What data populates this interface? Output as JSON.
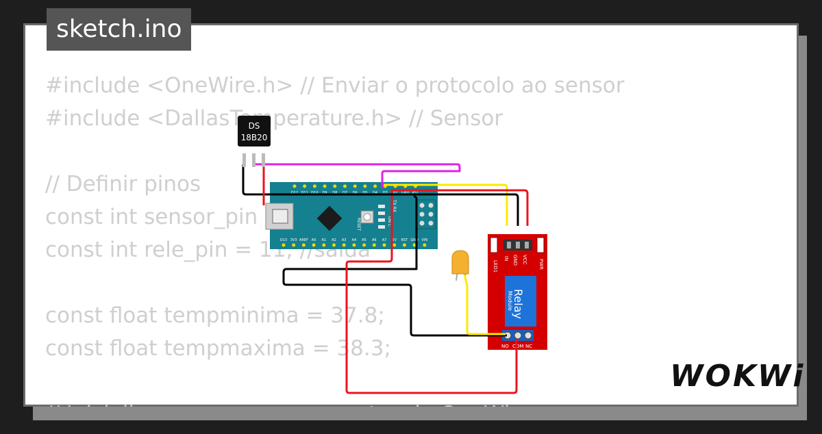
{
  "tab": {
    "filename": "sketch.ino"
  },
  "code_lines": [
    "#include <OneWire.h> // Enviar o protocolo ao sensor",
    "#include <DallasTemperature.h> // Sensor",
    "",
    "// Definir pinos",
    "const int sensor_pin = 2;",
    "const int rele_pin = 11; //saida",
    "",
    "const float tempminima = 37.8;",
    "const float tempmaxima = 38.3;",
    "",
    "// Inicializa o sensor com o protocolo OneWire"
  ],
  "sensor": {
    "line1": "DS",
    "line2": "18B20"
  },
  "arduino": {
    "top_pins": [
      "D12",
      "D11",
      "D10",
      "D9",
      "D8",
      "D7",
      "D6",
      "D5",
      "D4",
      "D3",
      "D2",
      "GND",
      "RST"
    ],
    "bottom_pins": [
      "D13",
      "3V3",
      "AREF",
      "A0",
      "A1",
      "A2",
      "A3",
      "A4",
      "A5",
      "A6",
      "A7",
      "5V",
      "RST",
      "GND",
      "VIN"
    ],
    "reset_label": "RESET",
    "txrx_label": "TX RX",
    "on_label": "ON L"
  },
  "relay": {
    "pins": [
      "IN",
      "GND",
      "VCC"
    ],
    "led_label": "LED1",
    "pwr_label": "PWR",
    "title": "Relay",
    "subtitle": "Module",
    "terminals": [
      "NO",
      "COM",
      "NC"
    ]
  },
  "brand": "WOKWi",
  "colors": {
    "magenta": "#e020e0",
    "yellow": "#ffea00",
    "red": "#e8141c",
    "black": "#000000",
    "board": "#15808f",
    "relay": "#d40000",
    "led": "#f0a020"
  }
}
